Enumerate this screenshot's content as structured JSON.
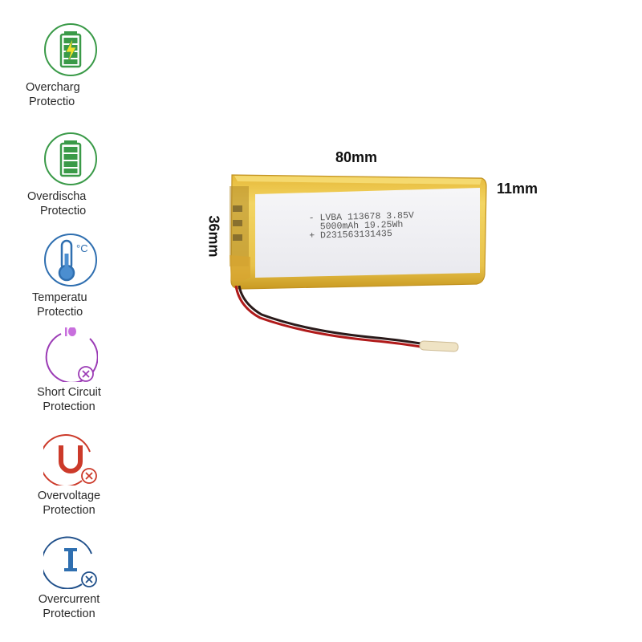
{
  "features": [
    {
      "icon": "battery-bolt-icon",
      "line1": "Overcharg",
      "line2": "Protectio",
      "color": "#3a9a48"
    },
    {
      "icon": "battery-full-icon",
      "line1": "Overdischa",
      "line2": "Protectio",
      "color": "#3a9a48"
    },
    {
      "icon": "thermometer-icon",
      "line1": "Temperatu",
      "line2": "Protectio",
      "color": "#2f6fb0"
    },
    {
      "icon": "short-circuit-icon",
      "line1": "Short Circuit",
      "line2": "Protection",
      "color": "#9b3bb5"
    },
    {
      "icon": "magnet-u-icon",
      "line1": "Overvoltage",
      "line2": "Protection",
      "color": "#cc3a2a"
    },
    {
      "icon": "current-i-icon",
      "line1": "Overcurrent",
      "line2": "Protection",
      "color": "#1f4f8a"
    }
  ],
  "dimensions": {
    "length": "80mm",
    "thickness": "11mm",
    "width": "36mm"
  },
  "battery_label": {
    "line1": "- LVBA 113678 3.85V",
    "line2": "  5000mAh 19.25Wh",
    "line3": "+ D231563131435"
  },
  "celsius_symbol": "°C"
}
